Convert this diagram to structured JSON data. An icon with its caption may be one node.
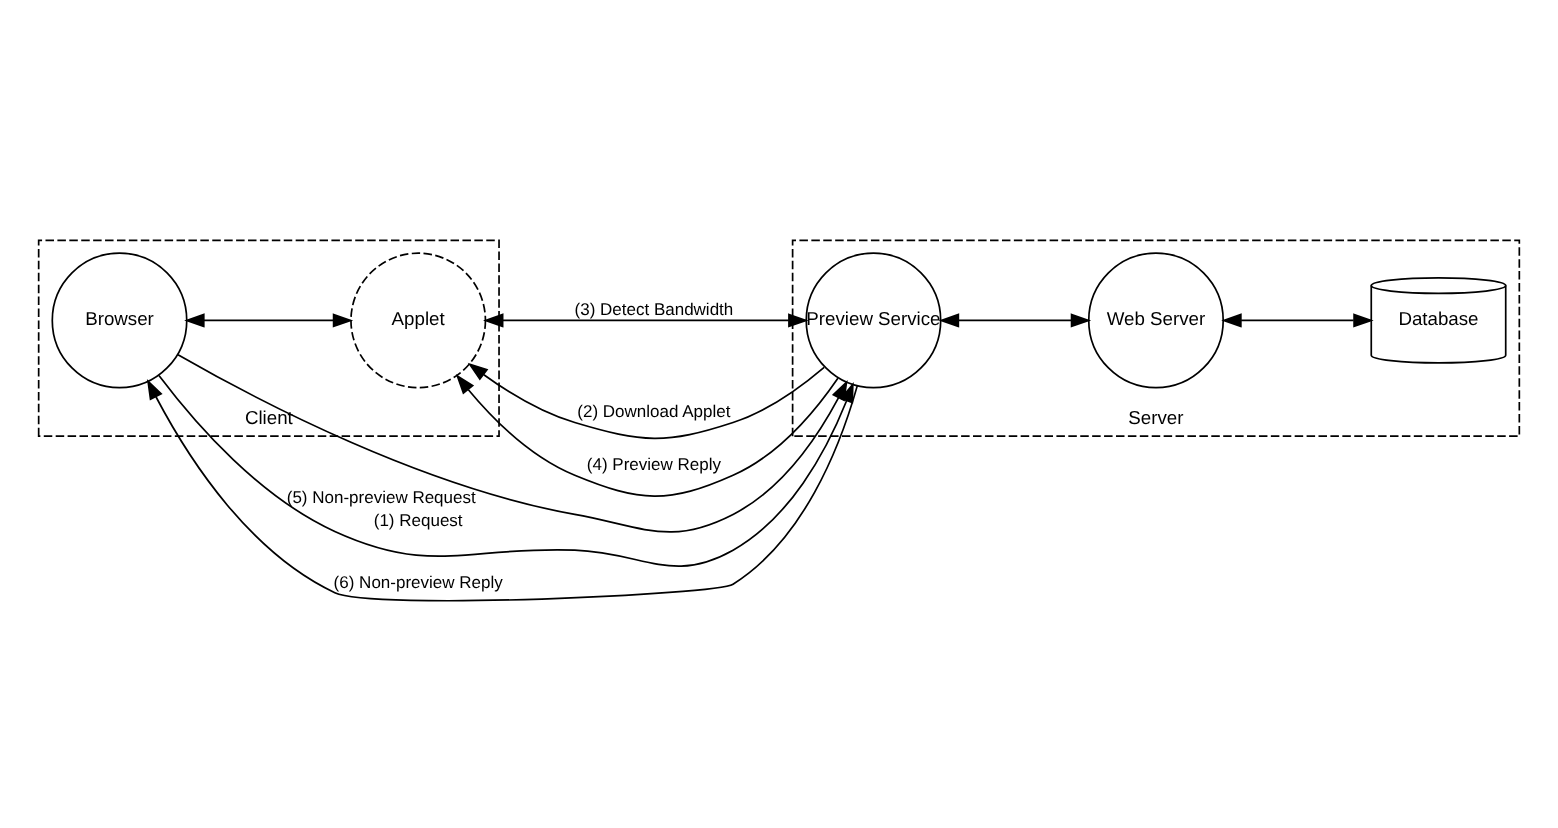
{
  "diagram": {
    "nodes": [
      {
        "text": [
          "Client"
        ]
      },
      {
        "text": [
          "Browser"
        ],
        "in": 0
      },
      {
        "text": [
          "Applet"
        ],
        "in": 0
      },
      {
        "text": [
          "Server"
        ]
      },
      {
        "text": [
          "Preview Service"
        ],
        "in": 3
      },
      {
        "text": [
          "Web Server"
        ],
        "in": 3
      },
      {
        "text": [
          "Database"
        ],
        "in": 3
      }
    ],
    "edges": [
      {
        "from": 1,
        "to": 4,
        "arrow": "to",
        "label": "(5) Non-preview Request"
      },
      {
        "from": 1,
        "to": 4,
        "arrow": "to",
        "label": "(1) Request"
      },
      {
        "from": 4,
        "to": 2,
        "arrow": "to",
        "label": "(2) Download Applet"
      },
      {
        "from": 1,
        "to": 2,
        "arrow": "both"
      },
      {
        "from": 2,
        "to": 4,
        "arrow": "both",
        "label": "(3) Detect Bandwidth"
      },
      {
        "from": 4,
        "to": 5,
        "arrow": "both"
      },
      {
        "from": 5,
        "to": 6,
        "arrow": "both"
      },
      {
        "from": 4,
        "to": 2,
        "arrow": "to",
        "label": "(4) Preview Reply"
      },
      {
        "from": 4,
        "to": 1,
        "arrow": "to",
        "label": "(6) Non-preview Reply"
      }
    ]
  }
}
